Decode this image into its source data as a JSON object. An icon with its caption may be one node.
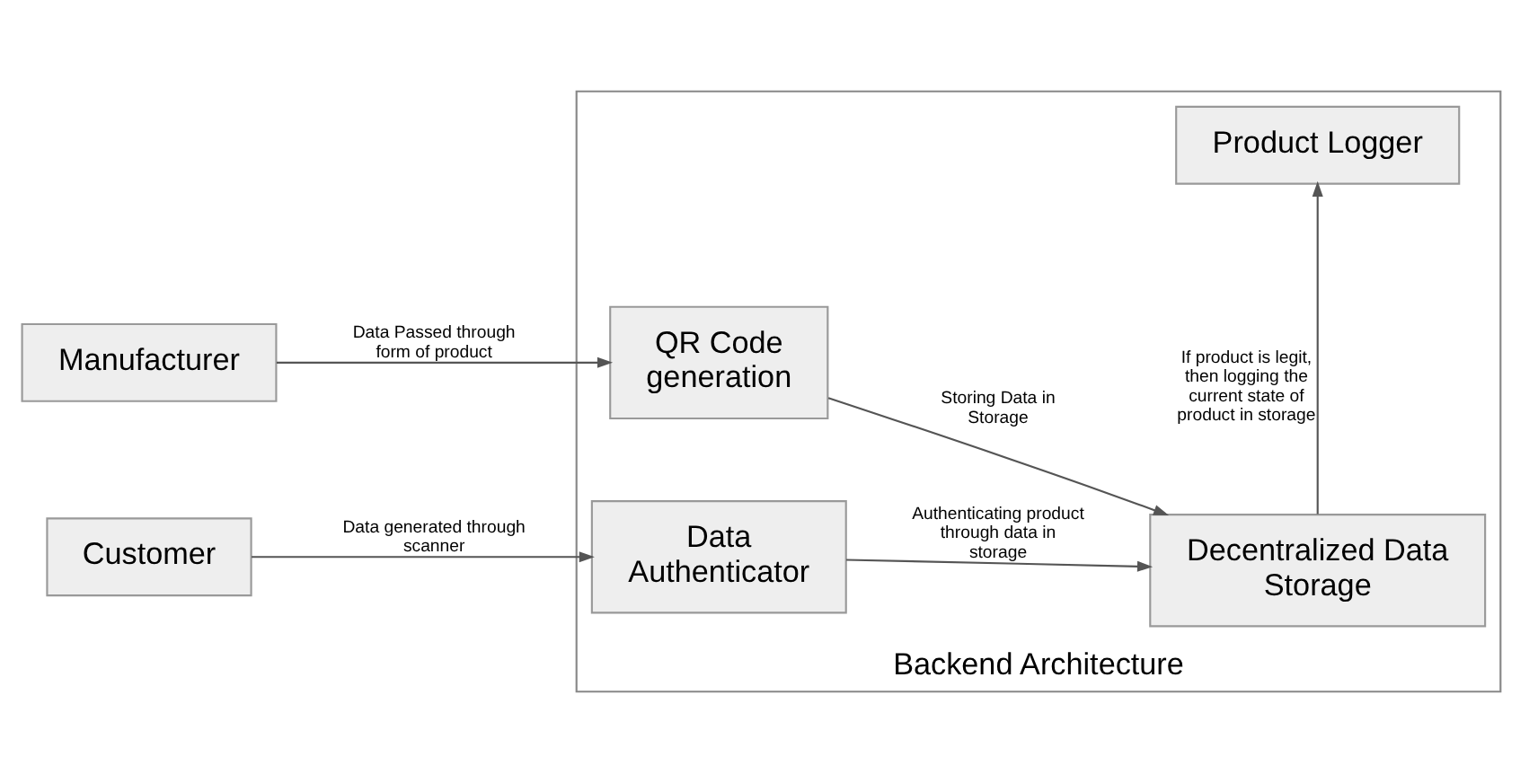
{
  "diagram": {
    "nodes": [
      {
        "text": [
          "Manufacturer"
        ]
      },
      {
        "text": [
          "Customer"
        ]
      },
      {
        "text": [
          "Backend Architecture"
        ]
      },
      {
        "text": [
          "QR Code generation"
        ],
        "in": 2
      },
      {
        "text": [
          "Data Authenticator"
        ],
        "in": 2
      },
      {
        "text": [
          "Decentralized Data Storage"
        ],
        "in": 2
      },
      {
        "text": [
          "Product Logger"
        ],
        "in": 2
      }
    ],
    "edges": [
      {
        "from": 0,
        "to": 3,
        "arrow": "to",
        "label": "Data Passed through form of product"
      },
      {
        "from": 1,
        "to": 4,
        "arrow": "to",
        "label": "Data generated through scanner"
      },
      {
        "from": 3,
        "to": 5,
        "arrow": "to",
        "label": "Storing Data in Storage"
      },
      {
        "from": 4,
        "to": 5,
        "arrow": "to",
        "label": "Authenticating product through data in storage"
      },
      {
        "from": 5,
        "to": 6,
        "arrow": "to",
        "label": "If product is legit, then logging the current state of product in storage"
      }
    ]
  }
}
